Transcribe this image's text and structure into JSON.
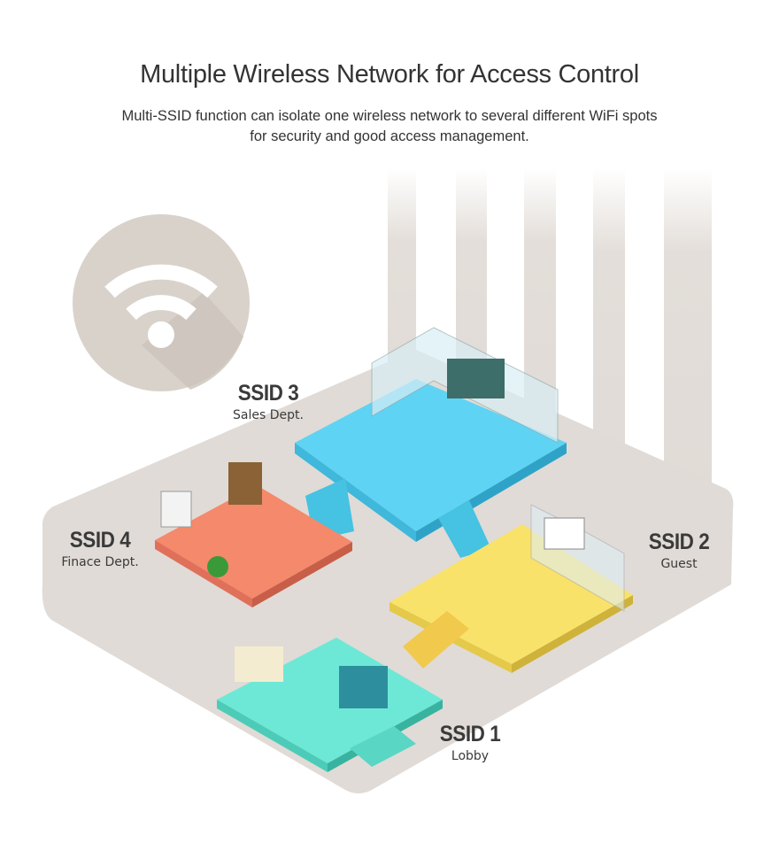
{
  "header": {
    "title": "Multiple Wireless Network for Access Control",
    "subtitle_line1": "Multi-SSID function can isolate one wireless network to several different WiFi spots",
    "subtitle_line2": "for security and good access management."
  },
  "zones": [
    {
      "ssid": "SSID 1",
      "name": "Lobby",
      "color": "#6ee8d6"
    },
    {
      "ssid": "SSID 2",
      "name": "Guest",
      "color": "#f9e26a"
    },
    {
      "ssid": "SSID 3",
      "name": "Sales Dept.",
      "color": "#5fd3f3"
    },
    {
      "ssid": "SSID 4",
      "name": "Finace Dept.",
      "color": "#f4896b"
    }
  ],
  "icons": {
    "wifi": "wifi-icon"
  }
}
